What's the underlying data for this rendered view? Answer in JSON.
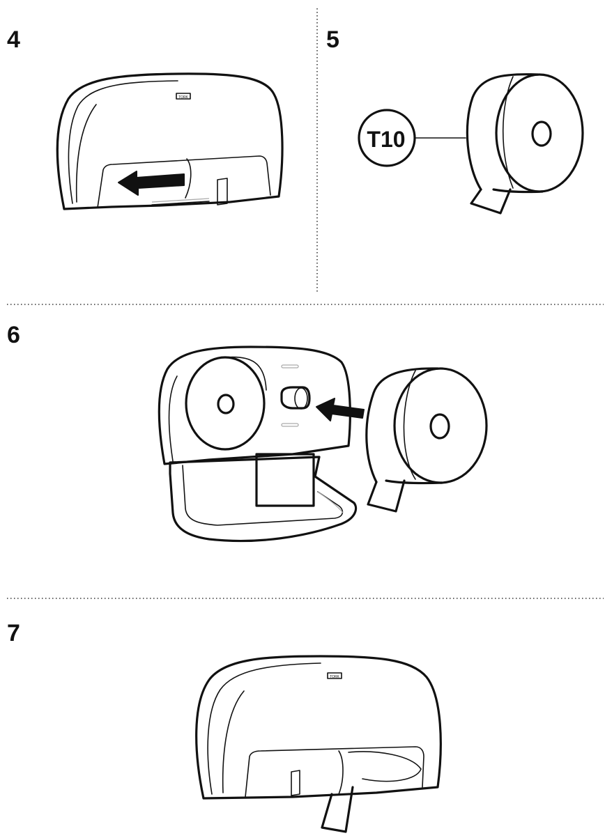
{
  "steps": [
    {
      "number": "4"
    },
    {
      "number": "5",
      "roll_label": "T10"
    },
    {
      "number": "6"
    },
    {
      "number": "7"
    }
  ],
  "brand_logo_text": "TORK",
  "colors": {
    "ink": "#111111",
    "background": "#ffffff"
  },
  "icons": [
    "arrow-left-icon",
    "arrow-insert-icon",
    "toilet-roll-icon",
    "dispenser-icon"
  ]
}
